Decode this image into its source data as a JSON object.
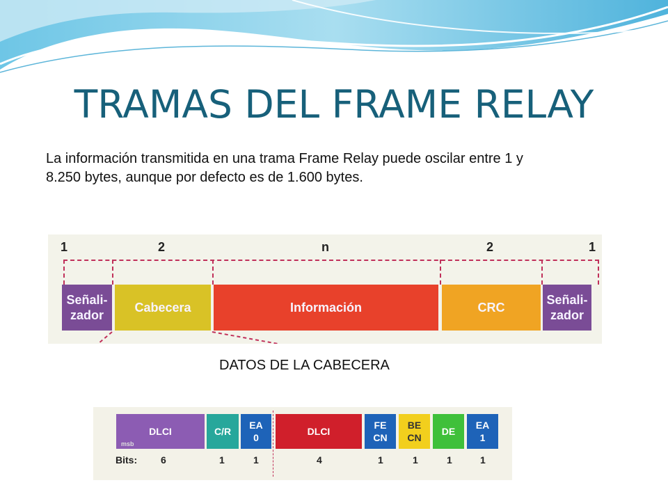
{
  "title": "TRAMAS DEL FRAME RELAY",
  "intro": "La información transmitida en una trama Frame Relay puede oscilar entre 1 y 8.250 bytes, aunque por defecto es de 1.600 bytes.",
  "frame": {
    "sizes": [
      "1",
      "2",
      "n",
      "2",
      "1"
    ],
    "blocks": [
      {
        "line1": "Señali-",
        "line2": "zador",
        "color": "#7a4c96"
      },
      {
        "line1": "Cabecera",
        "line2": "",
        "color": "#d9c226"
      },
      {
        "line1": "Información",
        "line2": "",
        "color": "#e8412b"
      },
      {
        "line1": "CRC",
        "line2": "",
        "color": "#f0a423"
      },
      {
        "line1": "Señali-",
        "line2": "zador",
        "color": "#7a4c96"
      }
    ]
  },
  "caption": "DATOS DE LA CABECERA",
  "header": {
    "bits_label": "Bits:",
    "msb": "msb",
    "fields": [
      {
        "line1": "DLCI",
        "line2": "",
        "bits": "6",
        "color": "#8c5cb3"
      },
      {
        "line1": "C/R",
        "line2": "",
        "bits": "1",
        "color": "#27a79b"
      },
      {
        "line1": "EA",
        "line2": "0",
        "bits": "1",
        "color": "#1e63b8"
      },
      {
        "line1": "DLCI",
        "line2": "",
        "bits": "4",
        "color": "#d01f2b"
      },
      {
        "line1": "FE",
        "line2": "CN",
        "bits": "1",
        "color": "#1e63b8"
      },
      {
        "line1": "BE",
        "line2": "CN",
        "bits": "1",
        "color": "#f2cf1d"
      },
      {
        "line1": "DE",
        "line2": "",
        "bits": "1",
        "color": "#3fc03a"
      },
      {
        "line1": "EA",
        "line2": "1",
        "bits": "1",
        "color": "#1e63b8"
      }
    ]
  }
}
